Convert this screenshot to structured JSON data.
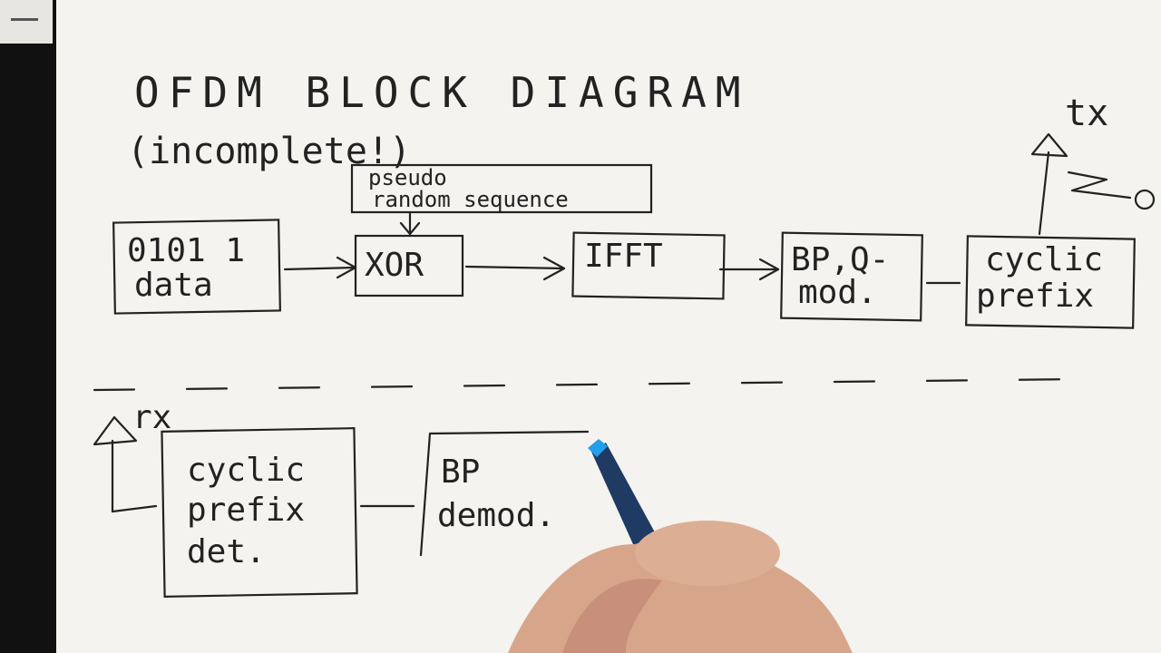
{
  "title": "OFDM BLOCK DIAGRAM",
  "subtitle": "(incomplete!)",
  "tx_label": "tx",
  "rx_label": "rx",
  "transmitter": {
    "data": [
      "0101 1",
      "data"
    ],
    "prbs": [
      "pseudo",
      "random sequence"
    ],
    "xor": "XOR",
    "ifft": "IFFT",
    "mod": [
      "BP,Q-",
      "mod."
    ],
    "cp": [
      "cyclic",
      "prefix"
    ]
  },
  "receiver": {
    "cp_det": [
      "cyclic",
      "prefix",
      "det."
    ],
    "demod": [
      "BP",
      "demod."
    ]
  },
  "colors": {
    "paper": "#f4f3ef",
    "ink": "#222222",
    "marker_body": "#1f3a63",
    "marker_tip": "#1fa0e8",
    "skin": "#d7a58a",
    "frame": "#111111"
  }
}
